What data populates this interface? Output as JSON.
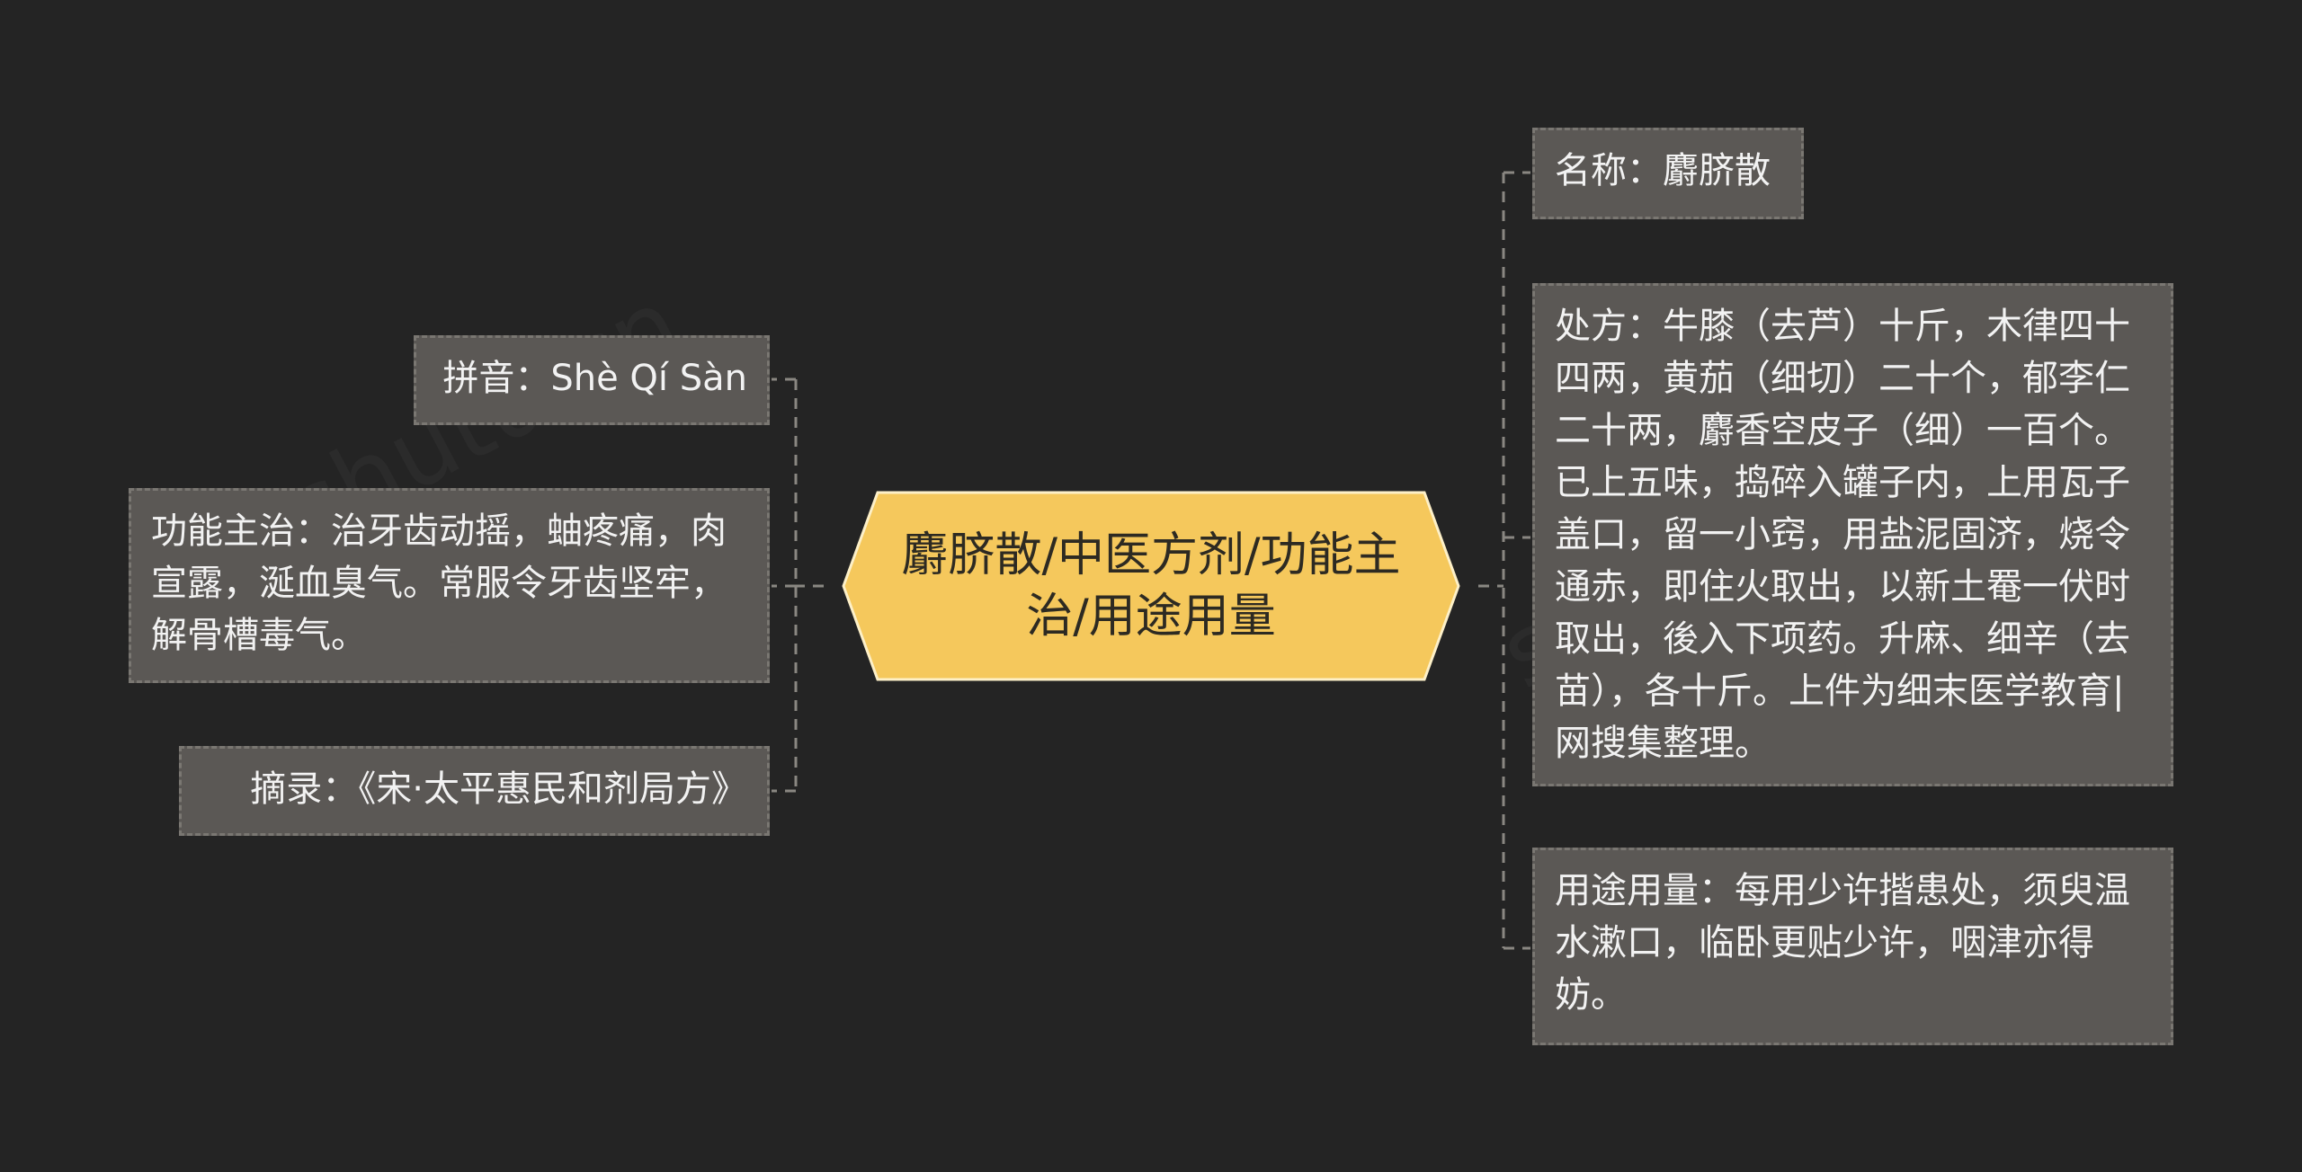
{
  "central_topic": "麝脐散/中医方剂/功能主治/用途用量",
  "left_nodes": {
    "pinyin": "拼音：Shè Qí Sàn",
    "function": "功能主治：治牙齿动摇，蚰疼痛，肉宣露，涎血臭气。常服令牙齿坚牢，解骨槽毒气。",
    "excerpt": "摘录：《宋·太平惠民和剂局方》"
  },
  "right_nodes": {
    "name": "名称：麝脐散",
    "prescription": "处方：牛膝（去芦）十斤，木律四十四两，黄茄（细切）二十个，郁李仁二十两，麝香空皮子（细）一百个。已上五味，捣碎入罐子内，上用瓦子盖口，留一小窍，用盐泥固济，烧令通赤，即住火取出，以新土罨一伏时取出，後入下项药。升麻、细辛（去苗），各十斤。上件为细末医学教育|网搜集整理。",
    "usage": "用途用量：每用少许揩患处，须臾温水漱口，临卧更贴少许，咽津亦得妨。"
  },
  "colors": {
    "background": "#242424",
    "central_fill": "#f5c85c",
    "central_stroke": "#fdf0c8",
    "node_fill": "#5b5855",
    "node_border": "#7a7772",
    "node_text": "#f2f2f2",
    "connector": "#8a8782"
  }
}
